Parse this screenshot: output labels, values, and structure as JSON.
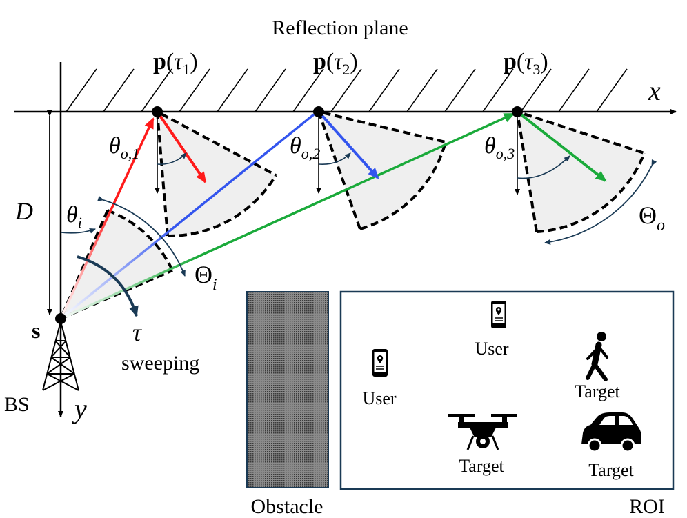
{
  "reflection_plane": "Reflection plane",
  "axes": {
    "x": "x",
    "y": "y"
  },
  "points": [
    {
      "label": "p(τ₁)",
      "p": "p",
      "tau": "τ",
      "sub": "1"
    },
    {
      "label": "p(τ₂)",
      "p": "p",
      "tau": "τ",
      "sub": "2"
    },
    {
      "label": "p(τ₃)",
      "p": "p",
      "tau": "τ",
      "sub": "3"
    }
  ],
  "theta_o": [
    {
      "theta": "θ",
      "sub": "o,1"
    },
    {
      "theta": "θ",
      "sub": "o,2"
    },
    {
      "theta": "θ",
      "sub": "o,3"
    }
  ],
  "theta_i": {
    "theta": "θ",
    "sub": "i"
  },
  "big_theta_i": {
    "Theta": "Θ",
    "sub": "i"
  },
  "big_theta_o": {
    "Theta": "Θ",
    "sub": "o"
  },
  "D": "D",
  "s": "s",
  "tau": "τ",
  "sweeping": "sweeping",
  "bs": "BS",
  "obstacle": "Obstacle",
  "roi": "ROI",
  "roi_items": [
    {
      "kind": "phone",
      "label": "User"
    },
    {
      "kind": "phone",
      "label": "User"
    },
    {
      "kind": "pedestrian",
      "label": "Target"
    },
    {
      "kind": "drone",
      "label": "Target"
    },
    {
      "kind": "car",
      "label": "Target"
    }
  ],
  "colors": {
    "beam_1": "#ff1a1a",
    "beam_2": "#3355ee",
    "beam_3": "#1aaa3a",
    "sector_fill": "#efefef",
    "roi_border": "#1a3a55",
    "obstacle": "#555555",
    "sweep_arrow": "#1a3a55"
  }
}
